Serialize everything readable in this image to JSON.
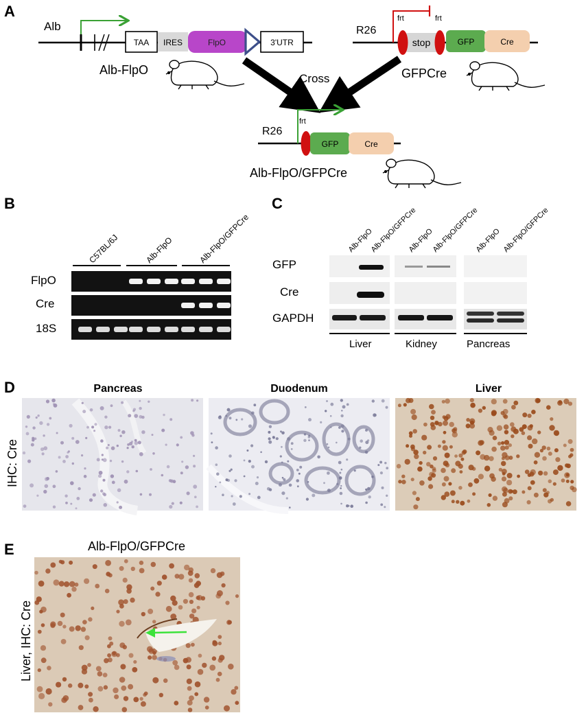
{
  "panel_letters": {
    "a": "A",
    "b": "B",
    "c": "C",
    "d": "D",
    "e": "E"
  },
  "panel_a": {
    "alb_locus": "Alb",
    "taa": "TAA",
    "ires": "IRES",
    "flpo": "FlpO",
    "utr": "3'UTR",
    "alb_flpo_mouse": "Alb-FlpO",
    "cross": "Cross",
    "r26_left": "R26",
    "frt1": "frt",
    "frt2": "frt",
    "stop": "stop",
    "gfp": "GFP",
    "cre": "Cre",
    "gfpcre_mouse": "GFPCre",
    "r26_result": "R26",
    "frt_result": "frt",
    "gfp_result": "GFP",
    "cre_result": "Cre",
    "result_mouse": "Alb-FlpO/GFPCre"
  },
  "panel_b": {
    "groups": [
      "C57BL/6J",
      "Alb-FlpO",
      "Alb-FlpO/GFPCre"
    ],
    "rows": [
      "FlpO",
      "Cre",
      "18S"
    ]
  },
  "panel_c": {
    "lanes": [
      "Alb-FlpO",
      "Alb-FlpO/GFPCre",
      "Alb-FlpO",
      "Alb-FlpO/GFPCre",
      "Alb-FlpO",
      "Alb-FlpO/GFPCre"
    ],
    "rows": [
      "GFP",
      "Cre",
      "GAPDH"
    ],
    "tissues": [
      "Liver",
      "Kidney",
      "Pancreas"
    ]
  },
  "panel_d": {
    "titles": [
      "Pancreas",
      "Duodenum",
      "Liver"
    ],
    "ylabel": "IHC: Cre"
  },
  "panel_e": {
    "title": "Alb-FlpO/GFPCre",
    "ylabel": "Liver, IHC: Cre"
  },
  "colors": {
    "ires": "#d9d9d9",
    "flpo": "#b846c9",
    "triangle": "#3d4f8a",
    "frt": "#d01010",
    "stop": "#d6d6d6",
    "gfp": "#5cab4f",
    "cre": "#f4cfae",
    "arrow_green": "#3aa135",
    "arrow_red": "#d01010",
    "ihc_blue_bg": "#e4e4ec",
    "ihc_liver_bg": "#d9c8b6",
    "ihc_brown": "#a0522d"
  }
}
